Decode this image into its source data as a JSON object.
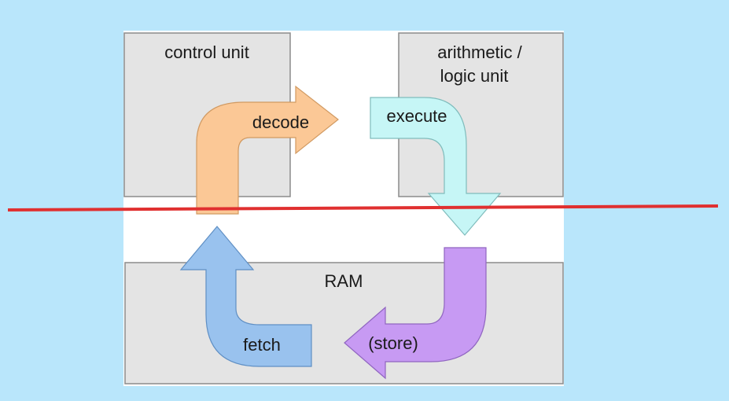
{
  "diagram": {
    "boxes": {
      "control_unit": "control unit",
      "alu_line1": "arithmetic /",
      "alu_line2": "logic unit",
      "ram": "RAM"
    },
    "steps": {
      "decode": "decode",
      "execute": "execute",
      "store": "(store)",
      "fetch": "fetch"
    },
    "colors": {
      "background": "#b9e6fb",
      "panel": "#ffffff",
      "box_fill": "#e4e4e4",
      "box_stroke": "#8c8c8c",
      "decode_arrow": "#fbc896",
      "execute_arrow": "#c6f6f6",
      "store_arrow": "#c79af3",
      "fetch_arrow": "#99c2ee",
      "divider_line": "#e03030"
    }
  }
}
